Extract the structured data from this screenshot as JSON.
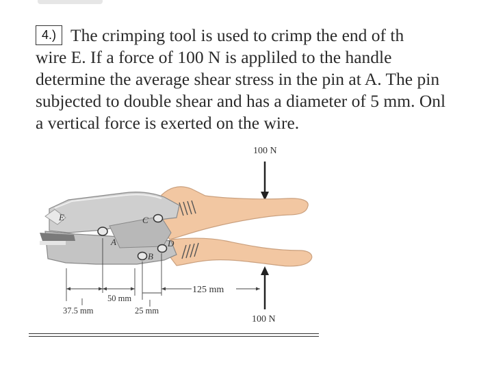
{
  "problem": {
    "number": "4.)",
    "lines": [
      "The crimping tool is used to crimp the end of th",
      "wire E. If a force of 100 N is appliled to the handle",
      "determine the average shear stress in the pin at A. The pin",
      "subjected to double shear and has a diameter of 5 mm. Onl",
      "a vertical force is exerted on the wire."
    ]
  },
  "figure": {
    "force_top": "100 N",
    "force_bottom": "100 N",
    "labels": {
      "E": "E",
      "A": "A",
      "B": "B",
      "C": "C",
      "D": "D"
    },
    "dimensions": {
      "d1": "37.5 mm",
      "d2": "50 mm",
      "d3": "25 mm",
      "d4": "125 mm"
    }
  },
  "colors": {
    "handle": "#f2c7a2",
    "handle_stroke": "#caa07e",
    "metal": "#c9c9c9",
    "metal_dark": "#8e8e8e"
  }
}
